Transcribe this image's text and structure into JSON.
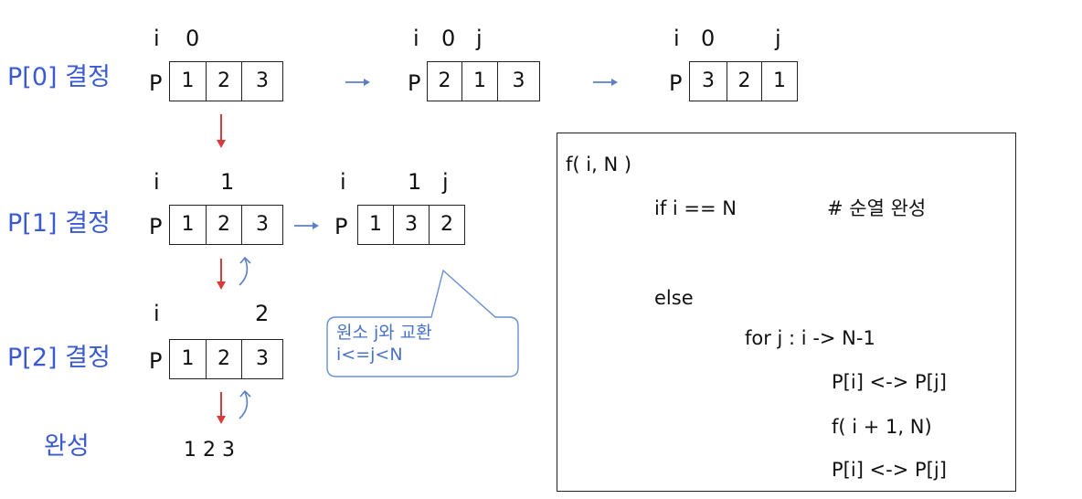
{
  "colors": {
    "step_label": "#3a5bd0",
    "down_arrow": "#d93a3a",
    "swap_arrow": "#5b7fc7",
    "callout_border": "#6a8fcf",
    "callout_text": "#4a72c4"
  },
  "steps": [
    "P[0] 결정",
    "P[1] 결정",
    "P[2] 결정",
    "완성"
  ],
  "array_name": "P",
  "row0": {
    "states": [
      {
        "indices": [
          {
            "text": "i"
          },
          {
            "text": "0"
          }
        ],
        "cells": [
          "1",
          "2",
          "3"
        ]
      },
      {
        "indices": [
          {
            "text": "i"
          },
          {
            "text": "0"
          },
          {
            "text": "j"
          }
        ],
        "cells": [
          "2",
          "1",
          "3"
        ]
      },
      {
        "indices": [
          {
            "text": "i"
          },
          {
            "text": "0"
          },
          {
            "text": "j"
          }
        ],
        "cells": [
          "3",
          "2",
          "1"
        ]
      }
    ]
  },
  "row1": {
    "states": [
      {
        "indices": [
          {
            "text": "i"
          },
          {
            "text": "1"
          }
        ],
        "cells": [
          "1",
          "2",
          "3"
        ]
      },
      {
        "indices": [
          {
            "text": "i"
          },
          {
            "text": "1"
          },
          {
            "text": "j"
          }
        ],
        "cells": [
          "1",
          "3",
          "2"
        ]
      }
    ]
  },
  "row2": {
    "states": [
      {
        "indices": [
          {
            "text": "i"
          },
          {
            "text": "2"
          }
        ],
        "cells": [
          "1",
          "2",
          "3"
        ]
      }
    ]
  },
  "result": "1 2 3",
  "callout": {
    "line1": "원소 j와 교환",
    "line2": "i<=j<N"
  },
  "pseudocode": {
    "header": "f( i, N )",
    "if_line": "if i == N",
    "comment": "# 순열 완성",
    "else_line": "else",
    "for_line": "for j : i -> N-1",
    "swap1": "P[i] <-> P[j]",
    "recurse": "f( i + 1, N)",
    "swap2": "P[i] <-> P[j]"
  }
}
